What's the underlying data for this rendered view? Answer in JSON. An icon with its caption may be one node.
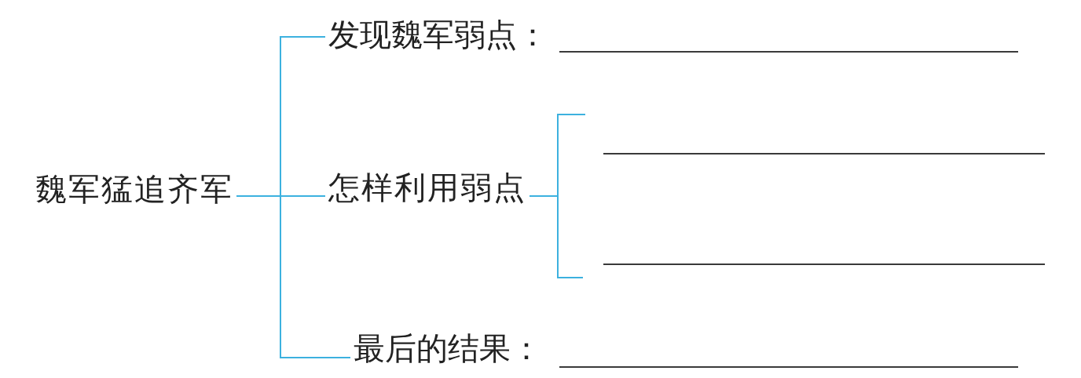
{
  "diagram": {
    "nodes": [
      {
        "text": [
          "魏军猛追齐军"
        ]
      },
      {
        "text": [
          "发现魏军弱点："
        ]
      },
      {
        "text": [
          "怎样利用弱点"
        ]
      },
      {
        "text": [
          "最后的结果："
        ]
      }
    ],
    "edges": [
      {
        "from": 0,
        "to": 1,
        "arrow": "none"
      },
      {
        "from": 0,
        "to": 2,
        "arrow": "none"
      },
      {
        "from": 0,
        "to": 3,
        "arrow": "none"
      },
      {
        "from": 2,
        "to": null,
        "arrow": "none"
      },
      {
        "from": 2,
        "to": null,
        "arrow": "none"
      }
    ]
  }
}
